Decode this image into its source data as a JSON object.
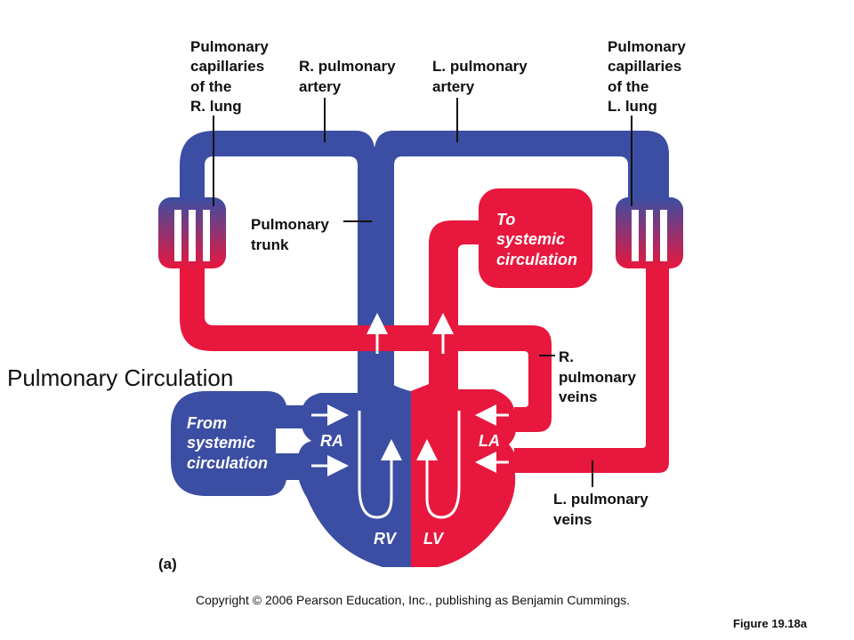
{
  "figure": {
    "title": "Pulmonary Circulation",
    "panel_label": "(a)",
    "figure_number": "Figure 19.18a",
    "copyright": "Copyright © 2006 Pearson Education, Inc., publishing as Benjamin Cummings."
  },
  "labels": {
    "cap_r": [
      "Pulmonary",
      "capillaries",
      "of the",
      "R. lung"
    ],
    "r_artery": [
      "R. pulmonary",
      "artery"
    ],
    "l_artery": [
      "L. pulmonary",
      "artery"
    ],
    "cap_l": [
      "Pulmonary",
      "capillaries",
      "of the",
      "L. lung"
    ],
    "trunk": [
      "Pulmonary",
      "trunk"
    ],
    "to_systemic": [
      "To",
      "systemic",
      "circulation"
    ],
    "r_veins": [
      "R.",
      "pulmonary",
      "veins"
    ],
    "l_veins": [
      "L. pulmonary",
      "veins"
    ],
    "from_systemic": [
      "From",
      "systemic",
      "circulation"
    ]
  },
  "chambers": {
    "ra": "RA",
    "la": "LA",
    "rv": "RV",
    "lv": "LV"
  },
  "colors": {
    "deoxygenated": "#3b4ea3",
    "oxygenated": "#e8173d"
  }
}
